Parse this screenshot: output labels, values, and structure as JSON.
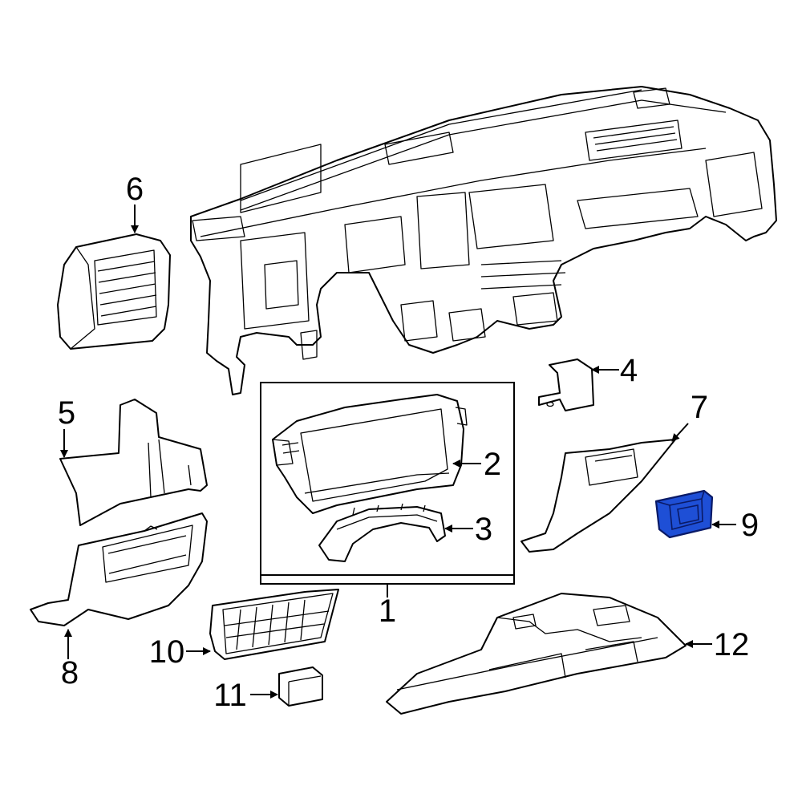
{
  "diagram": {
    "callouts": [
      {
        "id": "1",
        "label": "1"
      },
      {
        "id": "2",
        "label": "2"
      },
      {
        "id": "3",
        "label": "3"
      },
      {
        "id": "4",
        "label": "4"
      },
      {
        "id": "5",
        "label": "5"
      },
      {
        "id": "6",
        "label": "6"
      },
      {
        "id": "7",
        "label": "7"
      },
      {
        "id": "8",
        "label": "8"
      },
      {
        "id": "9",
        "label": "9"
      },
      {
        "id": "10",
        "label": "10"
      },
      {
        "id": "11",
        "label": "11"
      },
      {
        "id": "12",
        "label": "12"
      }
    ],
    "highlighted_part": "9",
    "colors": {
      "highlight": "#1e4fd6",
      "line": "#000000",
      "background": "#ffffff"
    }
  }
}
